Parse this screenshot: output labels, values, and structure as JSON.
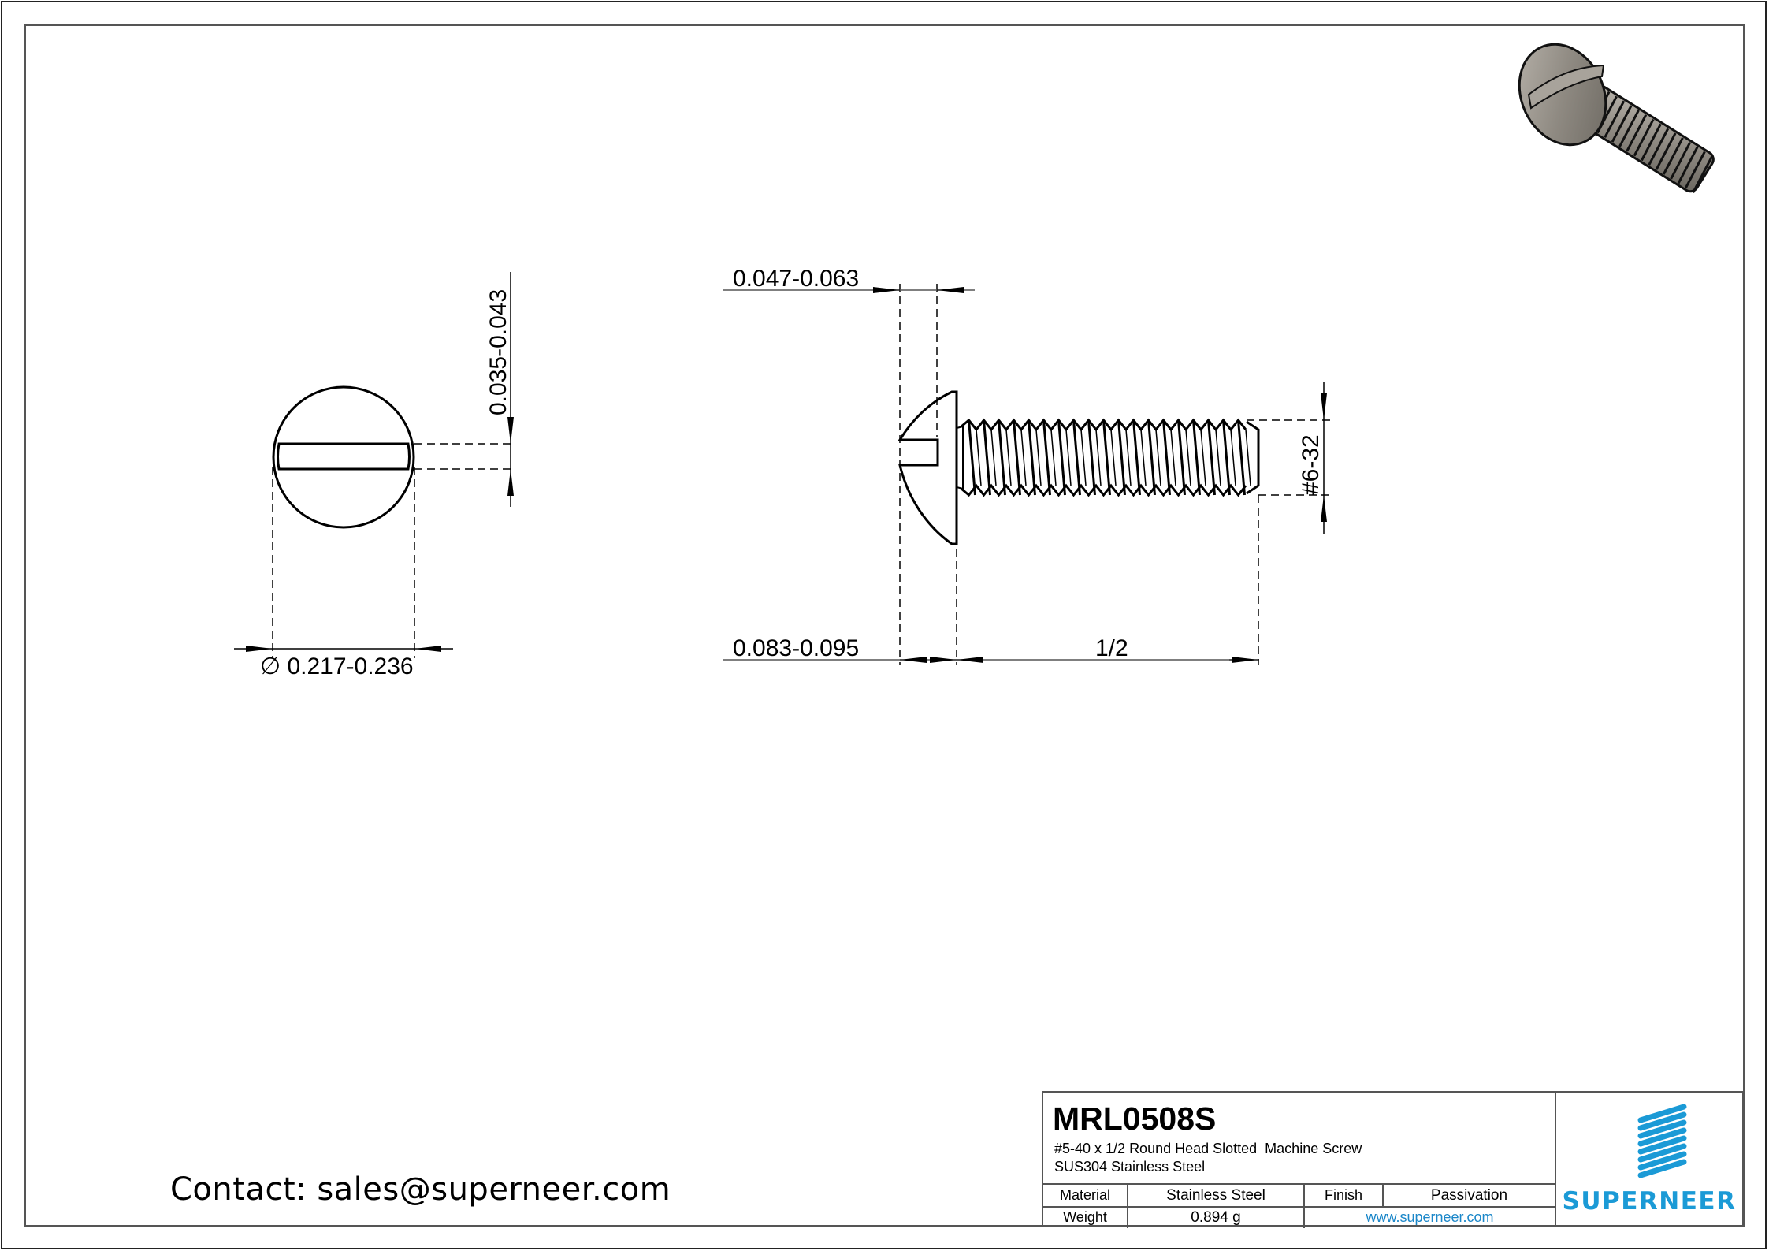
{
  "drawing": {
    "top_view": {
      "head_diameter_dim": "0.217-0.236",
      "diameter_symbol": "∅",
      "slot_width_dim": "0.035-0.043"
    },
    "side_view": {
      "slot_depth_dim": "0.047-0.063",
      "head_height_dim": "0.083-0.095",
      "length_dim": "1/2",
      "thread_dim": "#6-32"
    },
    "iso_render": "screw-3d-render"
  },
  "contact": {
    "text": "Contact: sales@superneer.com"
  },
  "title_block": {
    "part_number": "MRL0508S",
    "description_line1": "#5-40 x 1/2 Round Head Slotted  Machine Screw",
    "description_line2": "SUS304 Stainless Steel",
    "material_label": "Material",
    "material_value": "Stainless Steel",
    "finish_label": "Finish",
    "finish_value": "Passivation",
    "weight_label": "Weight",
    "weight_value": "0.894 g",
    "website": "www.superneer.com",
    "logo_text": "SUPERNEER",
    "brand_color": "#1b9ad6"
  }
}
